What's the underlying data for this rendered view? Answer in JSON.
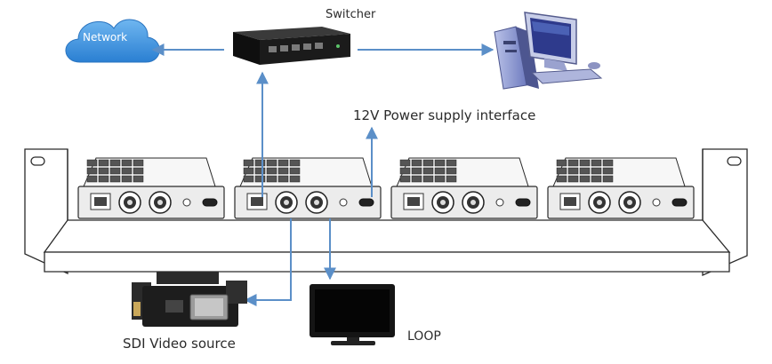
{
  "labels": {
    "switcher": "Switcher",
    "network": "Network",
    "power": "12V Power supply interface",
    "sdi_source": "SDI Video source",
    "loop": "LOOP"
  },
  "colors": {
    "arrow": "#5b8fc8",
    "cloud": "#3b8fd9",
    "rack": "#ffffff",
    "rack_stroke": "#2a2a2a",
    "module_plate": "#ececec",
    "switch_body": "#1b1b1b",
    "monitor": "#151515",
    "camera": "#1d1d1d"
  },
  "icons": {
    "network": "cloud-icon",
    "switcher": "ethernet-switch-icon",
    "computer": "desktop-computer-icon",
    "camera": "video-camera-icon",
    "monitor": "monitor-icon"
  },
  "rack": {
    "module_count": 4
  }
}
